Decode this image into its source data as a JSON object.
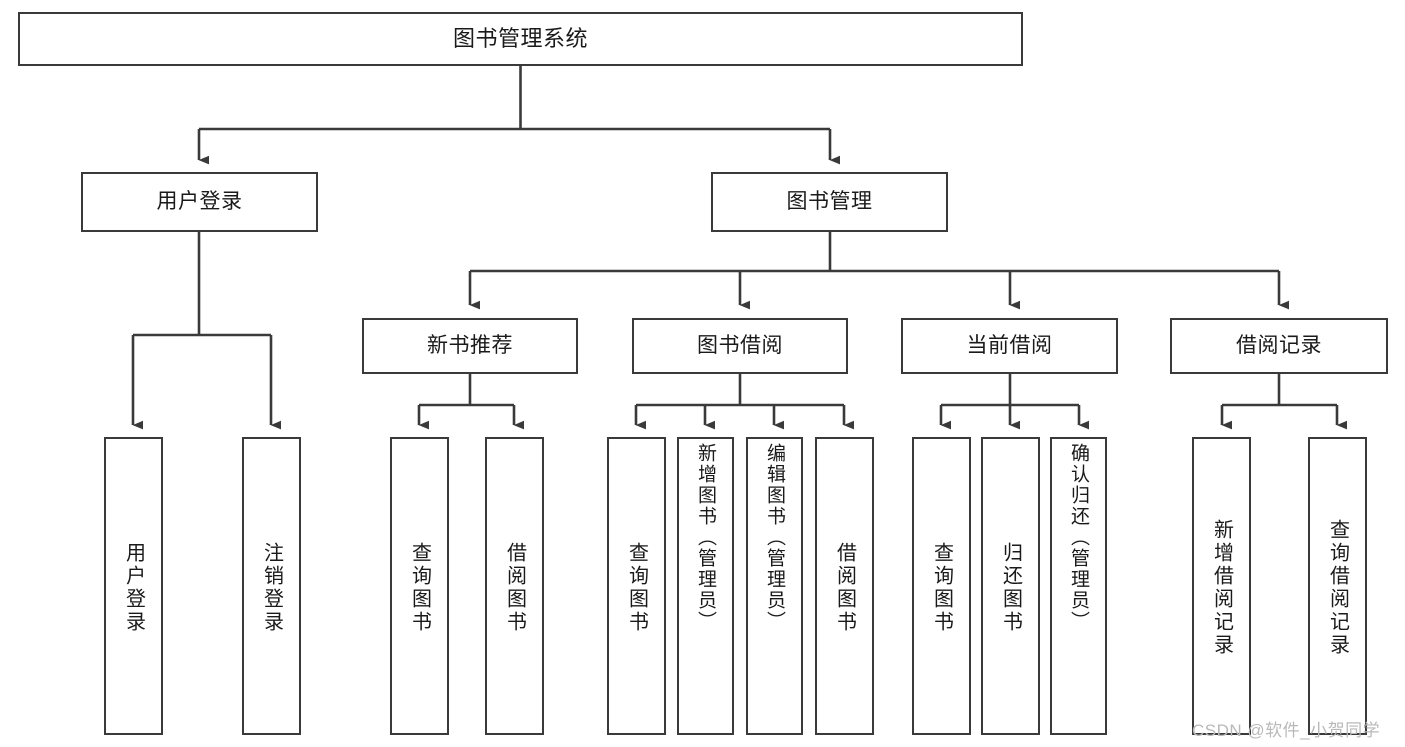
{
  "diagram": {
    "type": "hierarchy-tree",
    "title": "图书管理系统",
    "watermark": "CSDN @软件_小贺同学",
    "colors": {
      "box_border": "#3a3a3a",
      "box_fill": "#ffffff",
      "text": "#1a1a1a",
      "edge": "#3a3a3a",
      "watermark": "#b9b9b9"
    },
    "levels": {
      "root": "图书管理系统",
      "level2": [
        "用户登录",
        "图书管理"
      ],
      "level3": [
        "新书推荐",
        "图书借阅",
        "当前借阅",
        "借阅记录"
      ],
      "leaves": [
        "用户登录",
        "注销登录",
        "查询图书",
        "借阅图书",
        "查询图书",
        "新增图书（管理员）",
        "编辑图书（管理员）",
        "借阅图书",
        "查询图书",
        "归还图书",
        "确认归还（管理员）",
        "新增借阅记录",
        "查询借阅记录"
      ]
    },
    "nodes": {
      "root": {
        "label": "图书管理系统"
      },
      "user_login": {
        "label": "用户登录"
      },
      "book_manage": {
        "label": "图书管理"
      },
      "new_book_rec": {
        "label": "新书推荐"
      },
      "book_borrow": {
        "label": "图书借阅"
      },
      "current_borrow": {
        "label": "当前借阅"
      },
      "borrow_record": {
        "label": "借阅记录"
      },
      "leaf_user_login": {
        "label": "用户登录"
      },
      "leaf_logout": {
        "label": "注销登录"
      },
      "leaf_query_book_1": {
        "label": "查询图书"
      },
      "leaf_borrow_book_1": {
        "label": "借阅图书"
      },
      "leaf_query_book_2": {
        "label": "查询图书"
      },
      "leaf_add_book": {
        "label": "新增图书（管理员）"
      },
      "leaf_edit_book": {
        "label": "编辑图书（管理员）"
      },
      "leaf_borrow_book_2": {
        "label": "借阅图书"
      },
      "leaf_query_book_3": {
        "label": "查询图书"
      },
      "leaf_return_book": {
        "label": "归还图书"
      },
      "leaf_confirm_return": {
        "label": "确认归还（管理员）"
      },
      "leaf_add_record": {
        "label": "新增借阅记录"
      },
      "leaf_query_record": {
        "label": "查询借阅记录"
      }
    },
    "relations": [
      {
        "from": "图书管理系统",
        "to": "用户登录"
      },
      {
        "from": "图书管理系统",
        "to": "图书管理"
      },
      {
        "from": "用户登录",
        "to": "用户登录"
      },
      {
        "from": "用户登录",
        "to": "注销登录"
      },
      {
        "from": "图书管理",
        "to": "新书推荐"
      },
      {
        "from": "图书管理",
        "to": "图书借阅"
      },
      {
        "from": "图书管理",
        "to": "当前借阅"
      },
      {
        "from": "图书管理",
        "to": "借阅记录"
      },
      {
        "from": "新书推荐",
        "to": "查询图书"
      },
      {
        "from": "新书推荐",
        "to": "借阅图书"
      },
      {
        "from": "图书借阅",
        "to": "查询图书"
      },
      {
        "from": "图书借阅",
        "to": "新增图书（管理员）"
      },
      {
        "from": "图书借阅",
        "to": "编辑图书（管理员）"
      },
      {
        "from": "图书借阅",
        "to": "借阅图书"
      },
      {
        "from": "当前借阅",
        "to": "查询图书"
      },
      {
        "from": "当前借阅",
        "to": "归还图书"
      },
      {
        "from": "当前借阅",
        "to": "确认归还（管理员）"
      },
      {
        "from": "借阅记录",
        "to": "新增借阅记录"
      },
      {
        "from": "借阅记录",
        "to": "查询借阅记录"
      }
    ]
  }
}
